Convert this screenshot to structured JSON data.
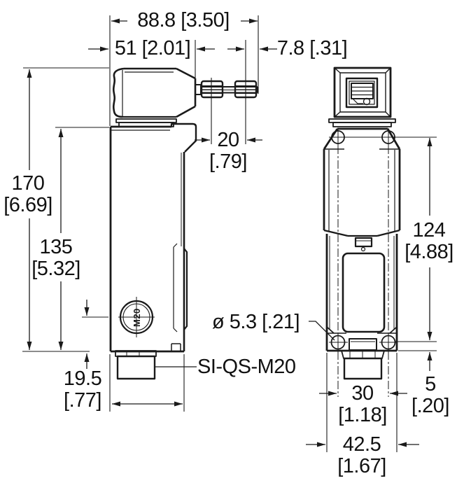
{
  "drawing": {
    "model_label": "SI-QS-M20",
    "m20_marking": "M20",
    "colors": {
      "line": "#1a1a1a",
      "background": "#ffffff"
    },
    "dims": {
      "top_width": "88.8 [3.50]",
      "head_width": "51 [2.01]",
      "key_end": "7.8 [.31]",
      "key_pitch": {
        "l1": "20",
        "l2": "[.79]"
      },
      "total_height": {
        "l1": "170",
        "l2": "[6.69]"
      },
      "body_height": {
        "l1": "135",
        "l2": "[5.32]"
      },
      "entry_height": {
        "l1": "19.5",
        "l2": "[.77]"
      },
      "hole_dia": "ø 5.3 [.21]",
      "hole_spacing_vertical": {
        "l1": "124",
        "l2": "[4.88]"
      },
      "hole_spacing_horizontal": {
        "l1": "30",
        "l2": "[1.18]"
      },
      "foot_height": {
        "l1": "5",
        "l2": "[.20]"
      },
      "body_width": {
        "l1": "42.5",
        "l2": "[1.67]"
      }
    }
  }
}
